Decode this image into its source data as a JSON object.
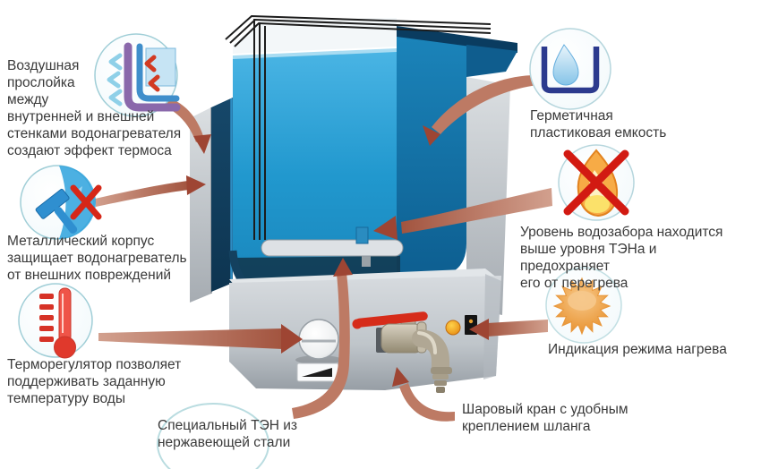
{
  "labels": {
    "air_gap": "Воздушная\nпрослойка\nмежду\nвнутренней и внешней\nстенками водонагревателя\nсоздают эффект термоса",
    "metal_body": "Металлический корпус\nзащищает водонагреватель\nот внешних повреждений",
    "thermostat": "Терморегулятор позволяет\nподдерживать заданную\nтемпературу воды",
    "heating_element": "Специальный ТЭН из\nнержавеющей стали",
    "ball_valve": "Шаровый кран с удобным\nкреплением шланга",
    "plastic_tank": "Герметичная\nпластиковая емкость",
    "water_intake": "Уровень водозабора находится\nвыше уровня ТЭНа и предохраняет\nего от перегрева",
    "heating_indicator": "Индикация режима нагрева"
  },
  "icons": {
    "air_gap": "double-wall-air-gap-icon",
    "metal_body": "hammer-no-damage-icon",
    "thermostat": "thermometer-icon",
    "plastic_tank": "water-drop-in-container-icon",
    "water_intake": "no-flame-icon",
    "heating_indicator": "sun-icon"
  },
  "colors": {
    "water_blue": "#1f95cb",
    "deep_navy": "#0d3f63",
    "housing_grey": "#c3c9ce",
    "arrow_salmon": "#b1654f",
    "arrowhead": "#9e4533",
    "accent_red": "#d62c1a",
    "indicator_orange": "#e8860f",
    "icon_ring": "#a7d2d8",
    "text": "#3a3a3a"
  }
}
